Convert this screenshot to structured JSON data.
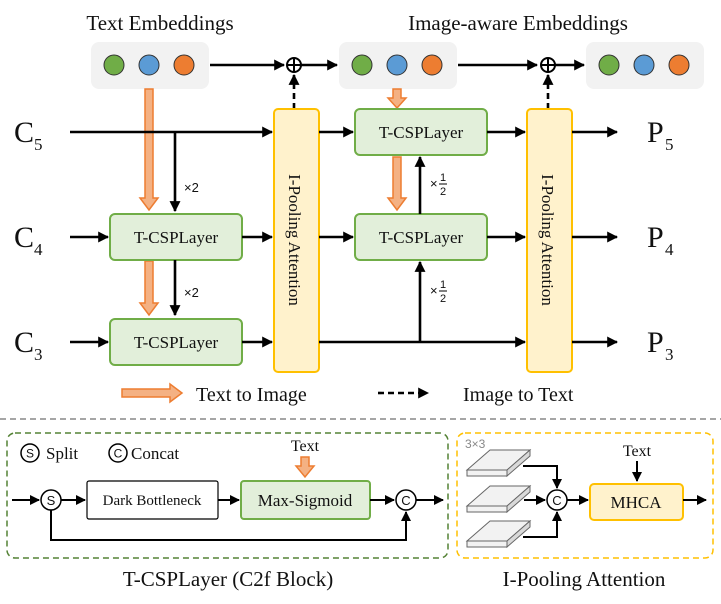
{
  "top": {
    "text_embeddings_label": "Text Embeddings",
    "image_aware_embeddings_label": "Image-aware Embeddings",
    "embedding_colors": [
      "#70ad47",
      "#5b9bd5",
      "#ed7d31"
    ]
  },
  "inputs": {
    "c5": {
      "base": "C",
      "sub": "5"
    },
    "c4": {
      "base": "C",
      "sub": "4"
    },
    "c3": {
      "base": "C",
      "sub": "3"
    }
  },
  "outputs": {
    "p5": {
      "base": "P",
      "sub": "5"
    },
    "p4": {
      "base": "P",
      "sub": "4"
    },
    "p3": {
      "base": "P",
      "sub": "3"
    }
  },
  "blocks": {
    "tcsp_label": "T-CSPLayer",
    "ipooling_label": "I-Pooling Attention"
  },
  "multipliers": {
    "up_x2": "×2",
    "half_prefix": "×",
    "half_num": "1",
    "half_den": "2"
  },
  "legend": {
    "text_to_image": "Text to Image",
    "image_to_text": "Image to Text"
  },
  "tcsp_detail": {
    "split_symbol": "S",
    "split_label": "Split",
    "concat_symbol": "C",
    "concat_label": "Concat",
    "text_label": "Text",
    "dark_bottleneck": "Dark Bottleneck",
    "max_sigmoid": "Max-Sigmoid",
    "caption": "T-CSPLayer (C2f Block)"
  },
  "ipool_detail": {
    "kernel_label": "3×3",
    "concat_symbol": "C",
    "text_label": "Text",
    "mhca": "MHCA",
    "caption": "I-Pooling Attention"
  },
  "colors": {
    "green_fill": "#e2efda",
    "green_stroke": "#70ad47",
    "yellow_fill": "#fff2cc",
    "yellow_stroke": "#ffc000",
    "orange": "#ed7d31",
    "orange_fill": "#f4b183"
  }
}
